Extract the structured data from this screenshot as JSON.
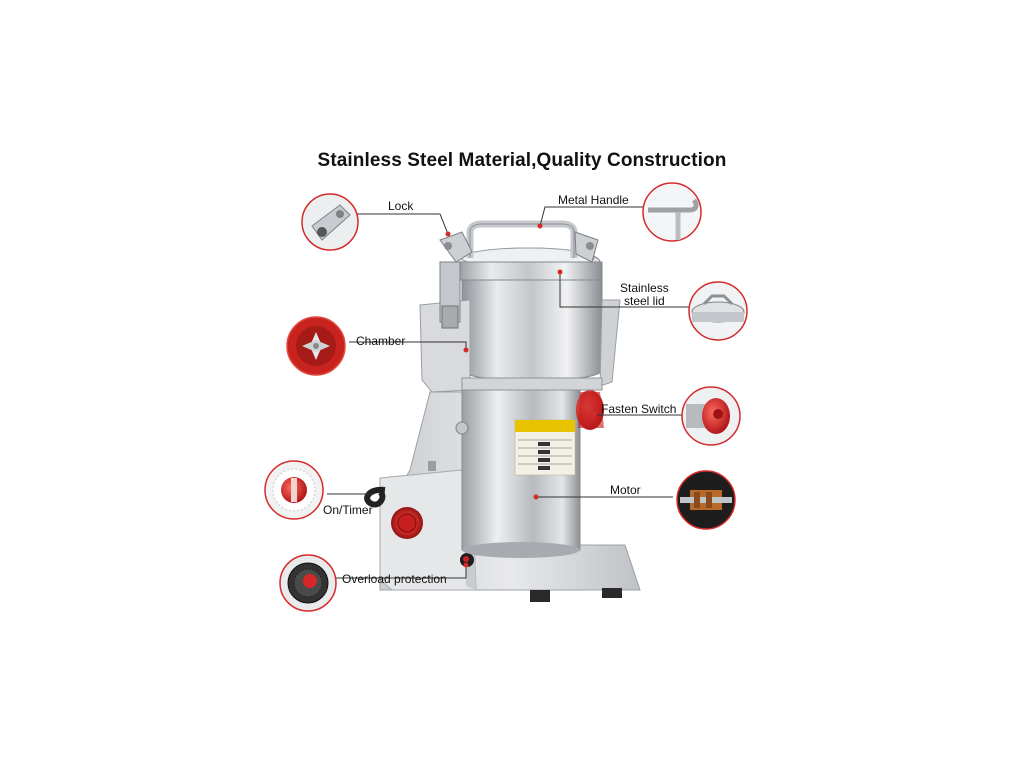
{
  "title": "Stainless Steel Material,Quality Construction",
  "callouts": {
    "lock": "Lock",
    "metal_handle": "Metal Handle",
    "stainless_lid_1": "Stainless",
    "stainless_lid_2": "steel lid",
    "chamber": "Chamber",
    "fasten_switch": "Fasten Switch",
    "motor": "Motor",
    "on_timer": "On/Timer",
    "overload_protection": "Overload protection"
  },
  "colors": {
    "accent_red": "#d9272a",
    "steel": "#b9bcc0",
    "leader_line": "#333333",
    "circle_border": "#d42a2a"
  },
  "icons": [
    "lock-icon",
    "handle-icon",
    "lid-icon",
    "chamber-blade-icon",
    "fasten-knob-icon",
    "motor-icon",
    "timer-dial-icon",
    "overload-button-icon"
  ]
}
